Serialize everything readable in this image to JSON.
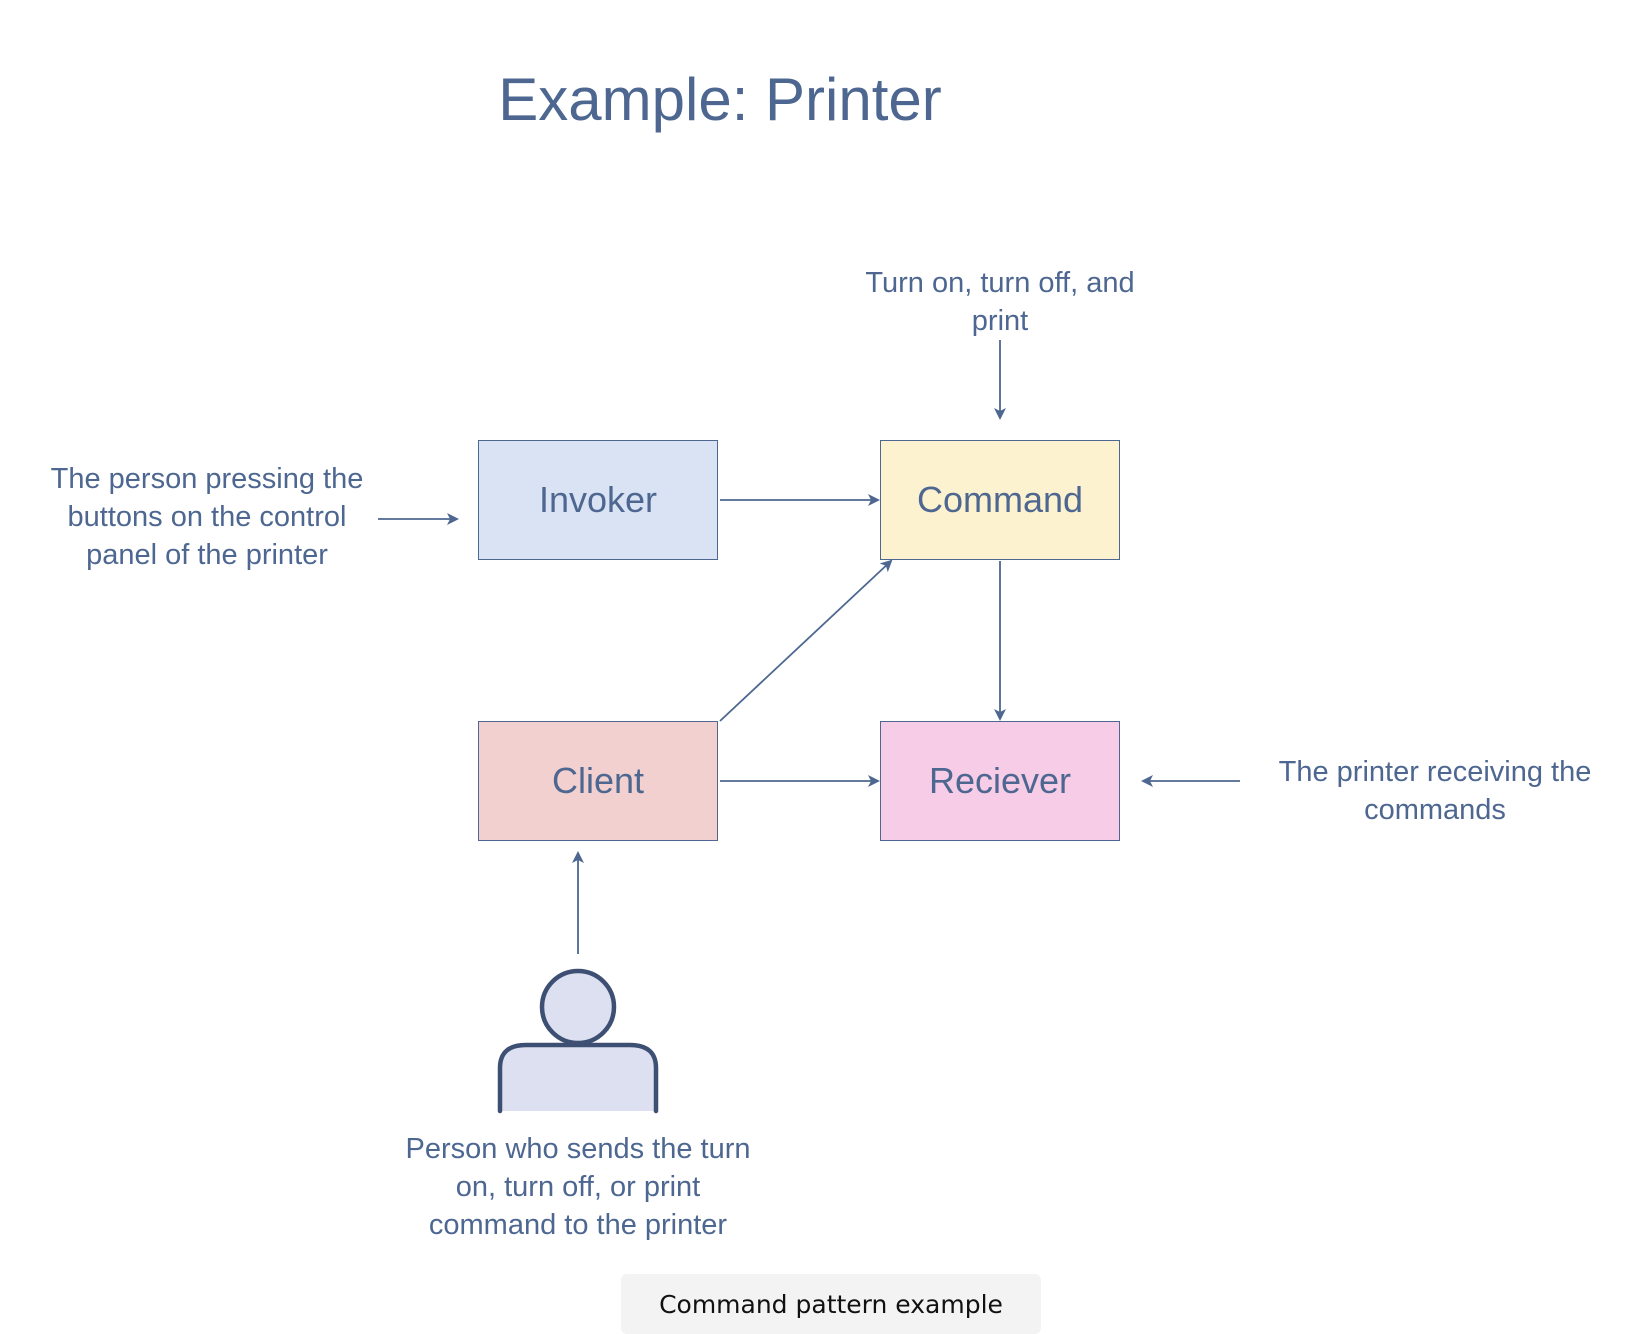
{
  "title": "Example: Printer",
  "boxes": {
    "invoker": {
      "label": "Invoker",
      "fill": "#d9e3f3"
    },
    "command": {
      "label": "Command",
      "fill": "#fcf2cf"
    },
    "client": {
      "label": "Client",
      "fill": "#f2d0cf"
    },
    "receiver": {
      "label": "Reciever",
      "fill": "#f7cce6"
    }
  },
  "notes": {
    "command_note": [
      "Turn on, turn off, and",
      "print"
    ],
    "invoker_note": [
      "The person pressing the",
      "buttons on the control",
      "panel of the printer"
    ],
    "receiver_note": [
      "The printer receiving the",
      "commands"
    ],
    "client_note": [
      "Person who sends the turn",
      "on, turn off, or print",
      "command to the printer"
    ]
  },
  "caption": "Command pattern example",
  "colors": {
    "stroke": "#4d6791",
    "person_fill": "#dce0f0",
    "person_stroke": "#3d4f73"
  }
}
